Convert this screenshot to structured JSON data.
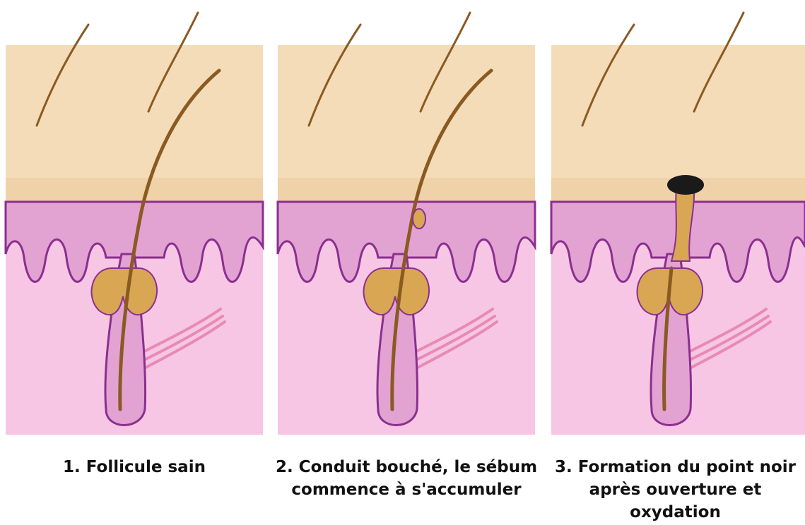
{
  "panels": [
    {
      "caption_lines": [
        "1. Follicule sain"
      ]
    },
    {
      "caption_lines": [
        "2. Conduit bouché, le sébum",
        "commence à s'accumuler"
      ]
    },
    {
      "caption_lines": [
        "3. Formation du point noir",
        "après ouverture et",
        "oxydation"
      ]
    }
  ],
  "colors": {
    "epidermis": "#f4dcb8",
    "epidermis_band": "#efd2a8",
    "dermis_upper": "#e2a3d3",
    "dermis_lower": "#f7c6e4",
    "follicle_outline": "#8b2f8f",
    "hair": "#8a5a22",
    "sebaceous_gland": "#d9a654",
    "blackhead": "#1a1a1a",
    "muscle": "#e27aa8"
  }
}
